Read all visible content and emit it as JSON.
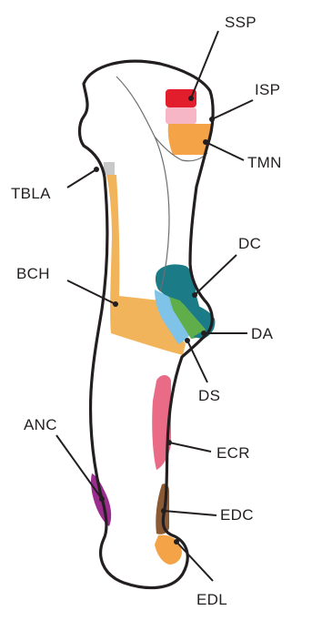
{
  "labels": {
    "ssp": "SSP",
    "isp": "ISP",
    "tmn": "TMN",
    "tbla": "TBLA",
    "dc": "DC",
    "bch": "BCH",
    "da": "DA",
    "ds": "DS",
    "anc": "ANC",
    "ecr": "ECR",
    "edc": "EDC",
    "edl": "EDL"
  },
  "colors": {
    "ssp": "#e31e2c",
    "isp": "#f7b6c6",
    "tmn": "#f4a347",
    "tbla": "#c8c8c8",
    "bch": "#f2b45a",
    "dc": "#1b7b87",
    "da": "#5fae4a",
    "ds": "#7fc4e8",
    "ecr": "#e96b86",
    "anc": "#9b2d8e",
    "edc": "#8a5a34",
    "edl": "#f4a347"
  }
}
